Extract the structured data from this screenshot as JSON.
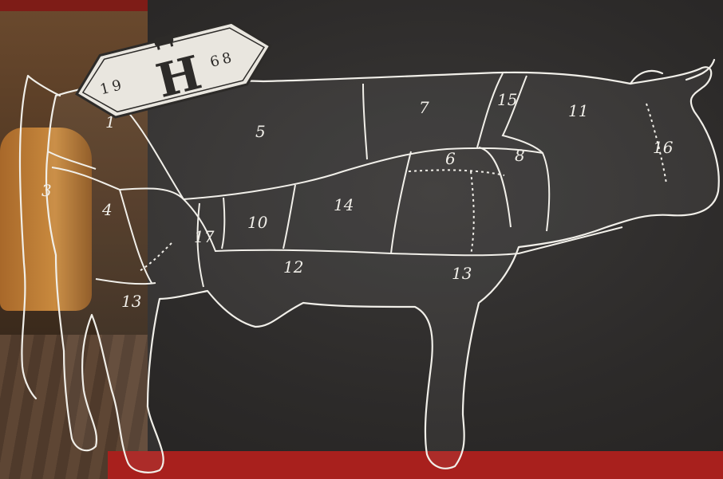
{
  "logo": {
    "year_left": "19",
    "year_right": "68",
    "letter": "H",
    "icon": "bull-icon"
  },
  "cuts": [
    {
      "id": "1"
    },
    {
      "id": "3"
    },
    {
      "id": "4"
    },
    {
      "id": "5"
    },
    {
      "id": "6"
    },
    {
      "id": "7"
    },
    {
      "id": "8"
    },
    {
      "id": "10"
    },
    {
      "id": "11"
    },
    {
      "id": "12"
    },
    {
      "id": "13"
    },
    {
      "id": "13"
    },
    {
      "id": "14"
    },
    {
      "id": "15"
    },
    {
      "id": "16"
    },
    {
      "id": "17"
    }
  ],
  "colors": {
    "chalkboard": "#2a2827",
    "chalk": "#f1efe9",
    "band": "#a8201d"
  }
}
